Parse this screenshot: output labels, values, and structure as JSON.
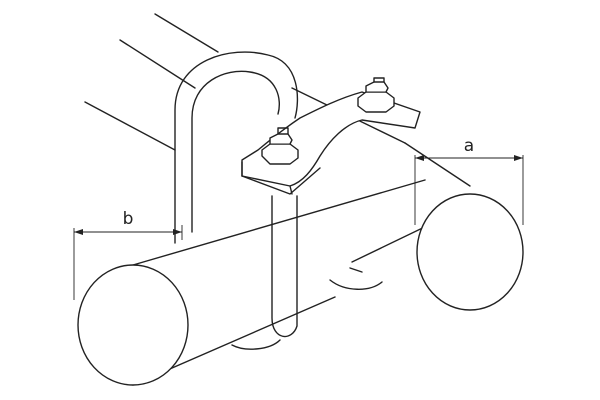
{
  "diagram": {
    "dimensions": [
      {
        "id": "a",
        "label": "a"
      },
      {
        "id": "b",
        "label": "b"
      }
    ]
  }
}
